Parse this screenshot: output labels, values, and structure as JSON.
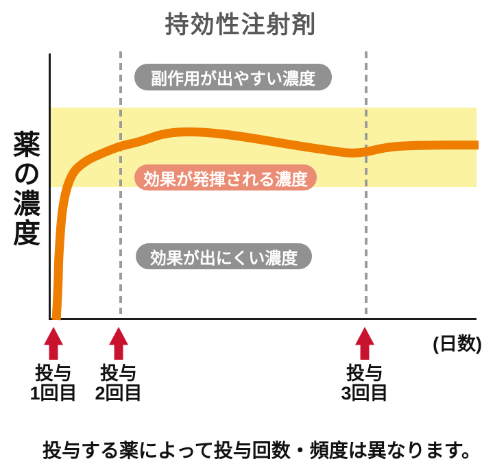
{
  "title": "持効性注射剤",
  "y_axis_label": "薬の濃度",
  "x_axis_unit": "(日数)",
  "zone_labels": {
    "side_effect": "副作用が出やすい濃度",
    "effective": "効果が発揮される濃度",
    "ineffective": "効果が出にくい濃度"
  },
  "doses": [
    {
      "line1": "投与",
      "line2": "1回目"
    },
    {
      "line1": "投与",
      "line2": "2回目"
    },
    {
      "line1": "投与",
      "line2": "3回目"
    }
  ],
  "caption": "投与する薬によって投与回数・頻度は異なります。",
  "colors": {
    "title_gray": "#595757",
    "badge_gray": "#919191",
    "badge_salmon": "#EB8C74",
    "band_yellow": "#FBF3A1",
    "curve_orange": "#EE7D00",
    "arrow_red": "#C9122E",
    "dash_gray": "#9B9B9B",
    "axis_black": "#1A1A1A"
  },
  "chart_data": {
    "type": "line",
    "title": "持効性注射剤",
    "xlabel": "(日数)",
    "ylabel": "薬の濃度",
    "x_unit": "percent_of_plot_width (no numeric day ticks shown)",
    "y_unit": "percent_of_plot_height (no numeric concentration ticks shown)",
    "xlim": [
      0,
      100
    ],
    "ylim": [
      0,
      100
    ],
    "grid": false,
    "legend": "none",
    "effective_band_y": [
      50,
      80
    ],
    "dose_events_x": [
      1.1,
      16.3,
      73.7
    ],
    "zone_annotations": [
      {
        "label": "副作用が出やすい濃度",
        "zone": "above effective band"
      },
      {
        "label": "効果が発揮される濃度",
        "zone": "inside effective band"
      },
      {
        "label": "効果が出にくい濃度",
        "zone": "below effective band"
      }
    ],
    "series": [
      {
        "name": "薬の濃度",
        "points": [
          {
            "x": 1.3,
            "y": 0
          },
          {
            "x": 1.4,
            "y": 3.1
          },
          {
            "x": 1.6,
            "y": 9.5
          },
          {
            "x": 1.8,
            "y": 17.2
          },
          {
            "x": 1.9,
            "y": 24.9
          },
          {
            "x": 2.7,
            "y": 42.9
          },
          {
            "x": 4.6,
            "y": 54.5
          },
          {
            "x": 7.9,
            "y": 59.6
          },
          {
            "x": 12.7,
            "y": 63.0
          },
          {
            "x": 16.3,
            "y": 65.3
          },
          {
            "x": 20.7,
            "y": 66.8
          },
          {
            "x": 27.1,
            "y": 70.4
          },
          {
            "x": 35.1,
            "y": 70.7
          },
          {
            "x": 44.7,
            "y": 68.9
          },
          {
            "x": 55.9,
            "y": 65.8
          },
          {
            "x": 65.5,
            "y": 63.5
          },
          {
            "x": 70.0,
            "y": 62.5
          },
          {
            "x": 73.7,
            "y": 63.0
          },
          {
            "x": 78.4,
            "y": 64.8
          },
          {
            "x": 84.8,
            "y": 65.6
          },
          {
            "x": 100,
            "y": 65.6
          }
        ]
      }
    ]
  }
}
